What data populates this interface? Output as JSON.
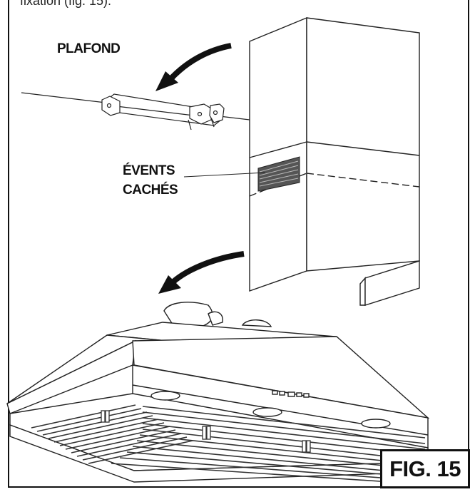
{
  "figure": {
    "top_caption": "fixation (fig. 15).",
    "ceiling_label": "PLAFOND",
    "vents_label_line1": "ÉVENTS",
    "vents_label_line2": "CACHÉS",
    "fig_label": "FIG. 15"
  }
}
